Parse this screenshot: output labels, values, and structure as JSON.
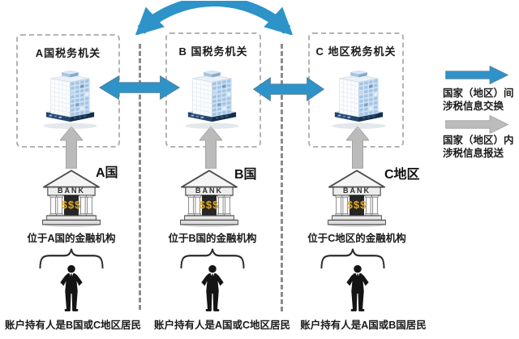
{
  "colors": {
    "arrow_blue": "#2D93C9",
    "arrow_gray": "#BBBBBB",
    "separator_gray": "#8C8C8C",
    "box_dash_gray": "#B3B3B3",
    "bank_money_gold": "#E2AB2B"
  },
  "columns": [
    {
      "authority": "A国税务机关",
      "region": "A国",
      "bank_sign": "BANK",
      "bank_money": "$$$",
      "institution": "位于A国的金融机构",
      "account_holder": "账户持有人是B国或C地区居民"
    },
    {
      "authority": "B 国税务机关",
      "region": "B国",
      "bank_sign": "BANK",
      "bank_money": "$$$",
      "institution": "位于B国的金融机构",
      "account_holder": "账户持有人是A国或C地区居民"
    },
    {
      "authority": "C 地区税务机关",
      "region": "C地区",
      "bank_sign": "BANK",
      "bank_money": "$$$",
      "institution": "位于C地区的金融机构",
      "account_holder": "账户持有人是A国或B国居民"
    }
  ],
  "legend": {
    "exchange_line1": "国家（地区）间",
    "exchange_line2": "涉税信息交换",
    "report_line1": "国家（地区）内",
    "report_line2": "涉税信息报送"
  },
  "icons": [
    "exchange-arc-arrow-icon",
    "exchange-arrow-icon",
    "report-up-arrow-icon",
    "office-building-icon",
    "bank-icon",
    "brace-icon",
    "person-icon",
    "legend-exchange-arrow-icon",
    "legend-report-arrow-icon"
  ]
}
